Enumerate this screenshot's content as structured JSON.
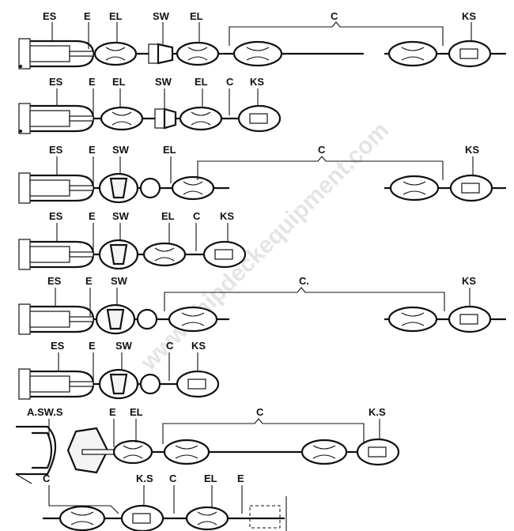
{
  "rows": [
    {
      "labels": [
        "ES",
        "E",
        "EL",
        "SW",
        "EL",
        "C",
        "KS"
      ]
    },
    {
      "labels": [
        "ES",
        "E",
        "EL",
        "SW",
        "EL",
        "C",
        "KS"
      ]
    },
    {
      "labels": [
        "ES",
        "E",
        "SW",
        "EL",
        "C",
        "KS"
      ]
    },
    {
      "labels": [
        "ES",
        "E",
        "SW",
        "EL",
        "C",
        "KS"
      ]
    },
    {
      "labels": [
        "ES",
        "E",
        "SW",
        "C.",
        "KS"
      ]
    },
    {
      "labels": [
        "ES",
        "E",
        "SW",
        "C",
        "KS"
      ]
    },
    {
      "labels": [
        "A.SW.S",
        "E",
        "EL",
        "C",
        "K.S"
      ]
    },
    {
      "labels": [
        "C",
        "K.S",
        "C",
        "EL",
        "E"
      ]
    }
  ],
  "watermark": "www.shipdeckequipment.com"
}
